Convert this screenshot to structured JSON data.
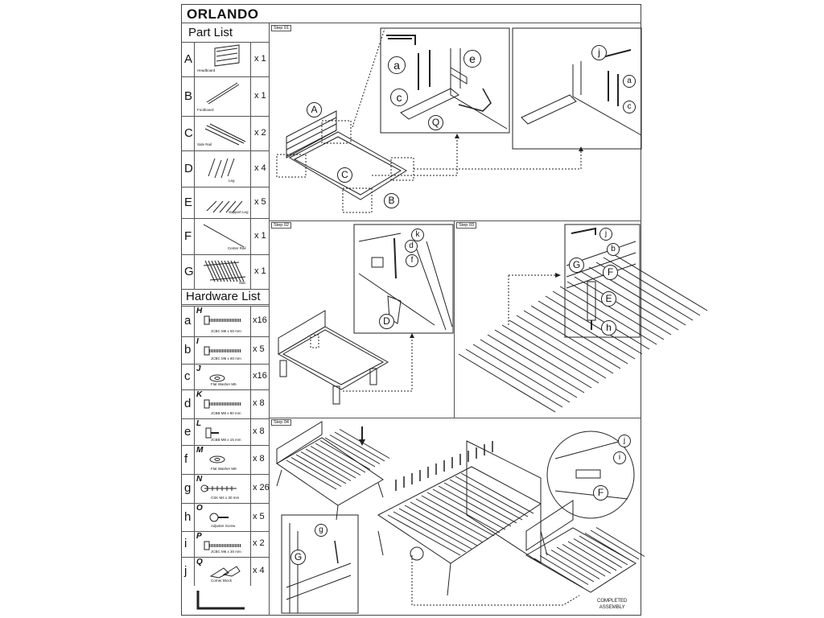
{
  "document": {
    "title": "ORLANDO",
    "part_list_title": "Part List",
    "hardware_list_title": "Hardware List"
  },
  "parts": [
    {
      "letter": "A",
      "caption": "Headboard",
      "qty": "x 1"
    },
    {
      "letter": "B",
      "caption": "Footboard",
      "qty": "x 1"
    },
    {
      "letter": "C",
      "caption": "Side Rail",
      "qty": "x 2"
    },
    {
      "letter": "D",
      "caption": "Leg",
      "qty": "x 4"
    },
    {
      "letter": "E",
      "caption": "Support Leg",
      "qty": "x 5"
    },
    {
      "letter": "F",
      "caption": "Center Rail",
      "qty": "x 1"
    },
    {
      "letter": "G",
      "caption": "Slat",
      "qty": "x 1"
    }
  ],
  "hardware": [
    {
      "letter": "a",
      "code": "H",
      "caption": "JCBC M6 x 50 mm",
      "qty": "x16"
    },
    {
      "letter": "b",
      "code": "I",
      "caption": "JCBC M6 x 60 mm",
      "qty": "x 5"
    },
    {
      "letter": "c",
      "code": "J",
      "caption": "Flat Washer M6",
      "qty": "x16"
    },
    {
      "letter": "d",
      "code": "K",
      "caption": "JCBB M8 x 90 mm",
      "qty": "x 8"
    },
    {
      "letter": "e",
      "code": "L",
      "caption": "JCBB M8 x 15 mm",
      "qty": "x 8"
    },
    {
      "letter": "f",
      "code": "M",
      "caption": "Flat Washer M8",
      "qty": "x 8"
    },
    {
      "letter": "g",
      "code": "N",
      "caption": "CSK M4 x 30 mm",
      "qty": "x 26"
    },
    {
      "letter": "h",
      "code": "O",
      "caption": "Adjuster Screw",
      "qty": "x 5"
    },
    {
      "letter": "i",
      "code": "P",
      "caption": "JCBC M6 x 30 mm",
      "qty": "x 2"
    },
    {
      "letter": "j",
      "code": "Q",
      "caption": "Corner Block",
      "qty": "x 4"
    }
  ],
  "steps": {
    "step1": "Step 01",
    "step2": "Step 02",
    "step3": "Step 03",
    "step4": "Step 04"
  },
  "callouts": {
    "s1": [
      "A",
      "C",
      "B",
      "a",
      "c",
      "e",
      "Q",
      "j",
      "a",
      "c"
    ],
    "s2": [
      "k",
      "d",
      "f",
      "D"
    ],
    "s3": [
      "j",
      "b",
      "G",
      "F",
      "E",
      "h"
    ],
    "s4": [
      "g",
      "G",
      "j",
      "i",
      "F"
    ]
  },
  "completed_label_1": "COMPLETED",
  "completed_label_2": "ASSEMBLY"
}
